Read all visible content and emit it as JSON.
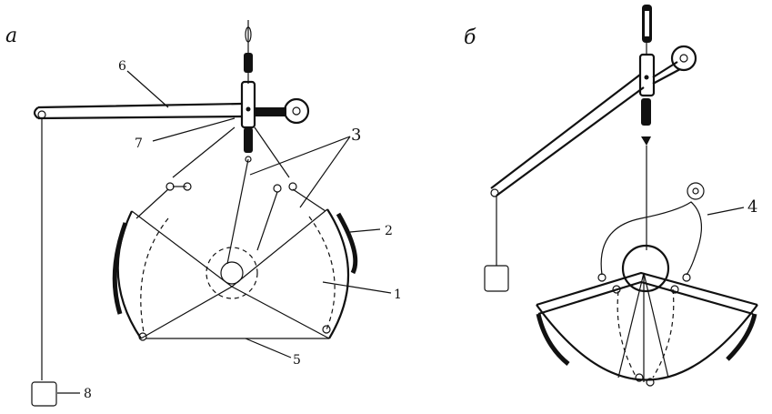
{
  "panels": [
    {
      "id": "a",
      "letter": "а"
    },
    {
      "id": "b",
      "letter": "б"
    }
  ],
  "callouts": {
    "n1": "1",
    "n2": "2",
    "n3": "3",
    "n4": "4",
    "n5": "5",
    "n6": "6",
    "n7": "7",
    "n8": "8"
  }
}
